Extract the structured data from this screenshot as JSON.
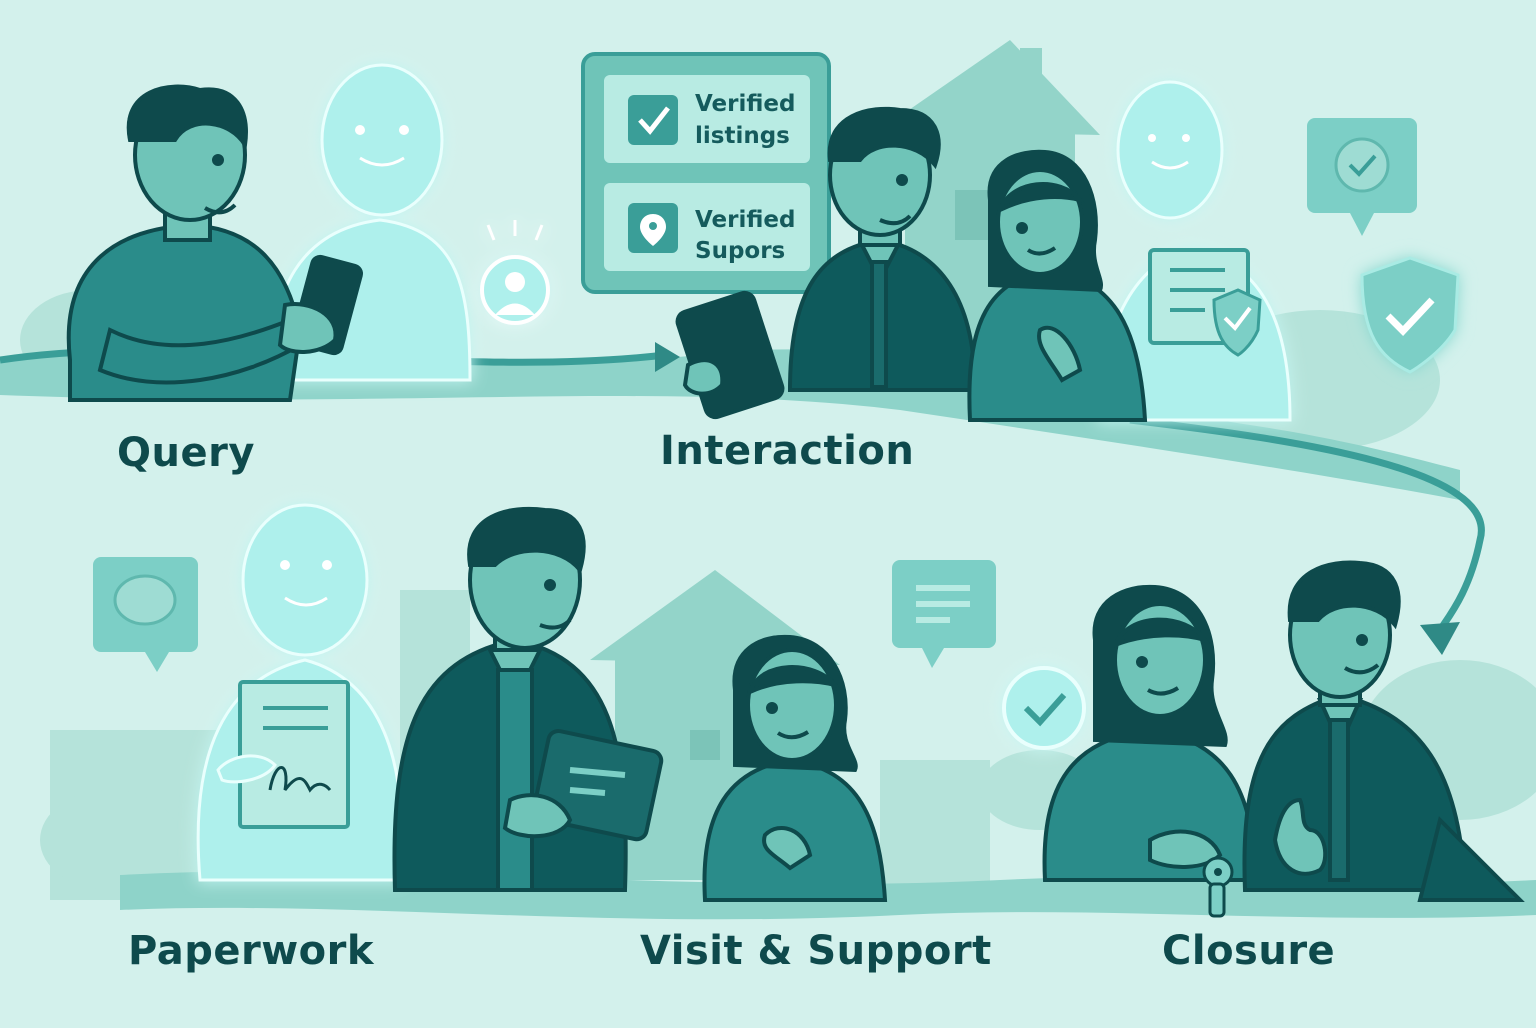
{
  "colors": {
    "background": "#d3f1ec",
    "teal_dark": "#0e4a4c",
    "teal_mid": "#2a8c8a",
    "teal_light": "#7ccfc6",
    "ghost": "#aef0ec"
  },
  "stages": [
    {
      "id": "query",
      "label": "Query",
      "icon": "smartphone-icon"
    },
    {
      "id": "interaction",
      "label": "Interaction",
      "icon": "tablet-icon"
    },
    {
      "id": "paperwork",
      "label": "Paperwork",
      "icon": "document-signature-icon"
    },
    {
      "id": "visit",
      "label": "Visit & Support",
      "icon": "tablet-icon"
    },
    {
      "id": "closure",
      "label": "Closure",
      "icon": "key-icon"
    }
  ],
  "verification_card": {
    "items": [
      {
        "line1": "Verified",
        "line2": "listings",
        "icon": "checkbox-icon"
      },
      {
        "line1": "Verified",
        "line2": "Supors",
        "icon": "location-pin-icon"
      }
    ]
  },
  "decor_icons": [
    "check-bubble-icon",
    "shield-check-icon",
    "chat-bubble-icon",
    "message-lines-icon",
    "check-circle-icon",
    "user-avatar-icon"
  ]
}
